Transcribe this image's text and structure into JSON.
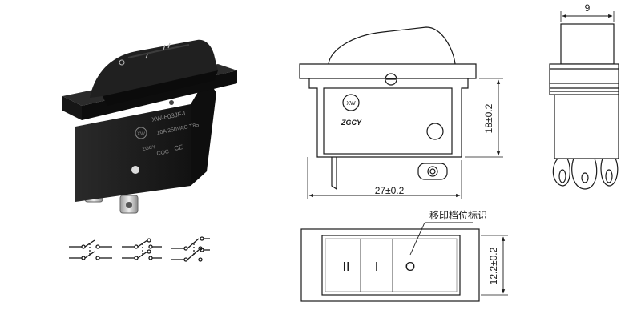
{
  "product": {
    "model_text": "XW-603JF-L",
    "rating_text": "10A 250VAC T85",
    "ce_mark": "CE",
    "cqc_mark": "CQC",
    "logo_mark": "XW",
    "brand_text": "ZGCY"
  },
  "front_view": {
    "logo_text": "XW",
    "brand_text": "ZGCY",
    "width_dim": "27±0.2",
    "height_dim": "18±0.2"
  },
  "side_view": {
    "width_dim": "9"
  },
  "top_view": {
    "callout": "移印档位标识",
    "height_dim": "12.2±0.2",
    "markings": [
      "II",
      "I",
      "O"
    ]
  },
  "circuits": [
    {
      "name": "spst-double-pole"
    },
    {
      "name": "spdt-double-pole"
    },
    {
      "name": "three-position"
    }
  ],
  "colors": {
    "line": "#1a1a1a",
    "body": "#1c1c1c",
    "body_light": "#3a3a3a",
    "terminal": "#c8c8c8"
  }
}
